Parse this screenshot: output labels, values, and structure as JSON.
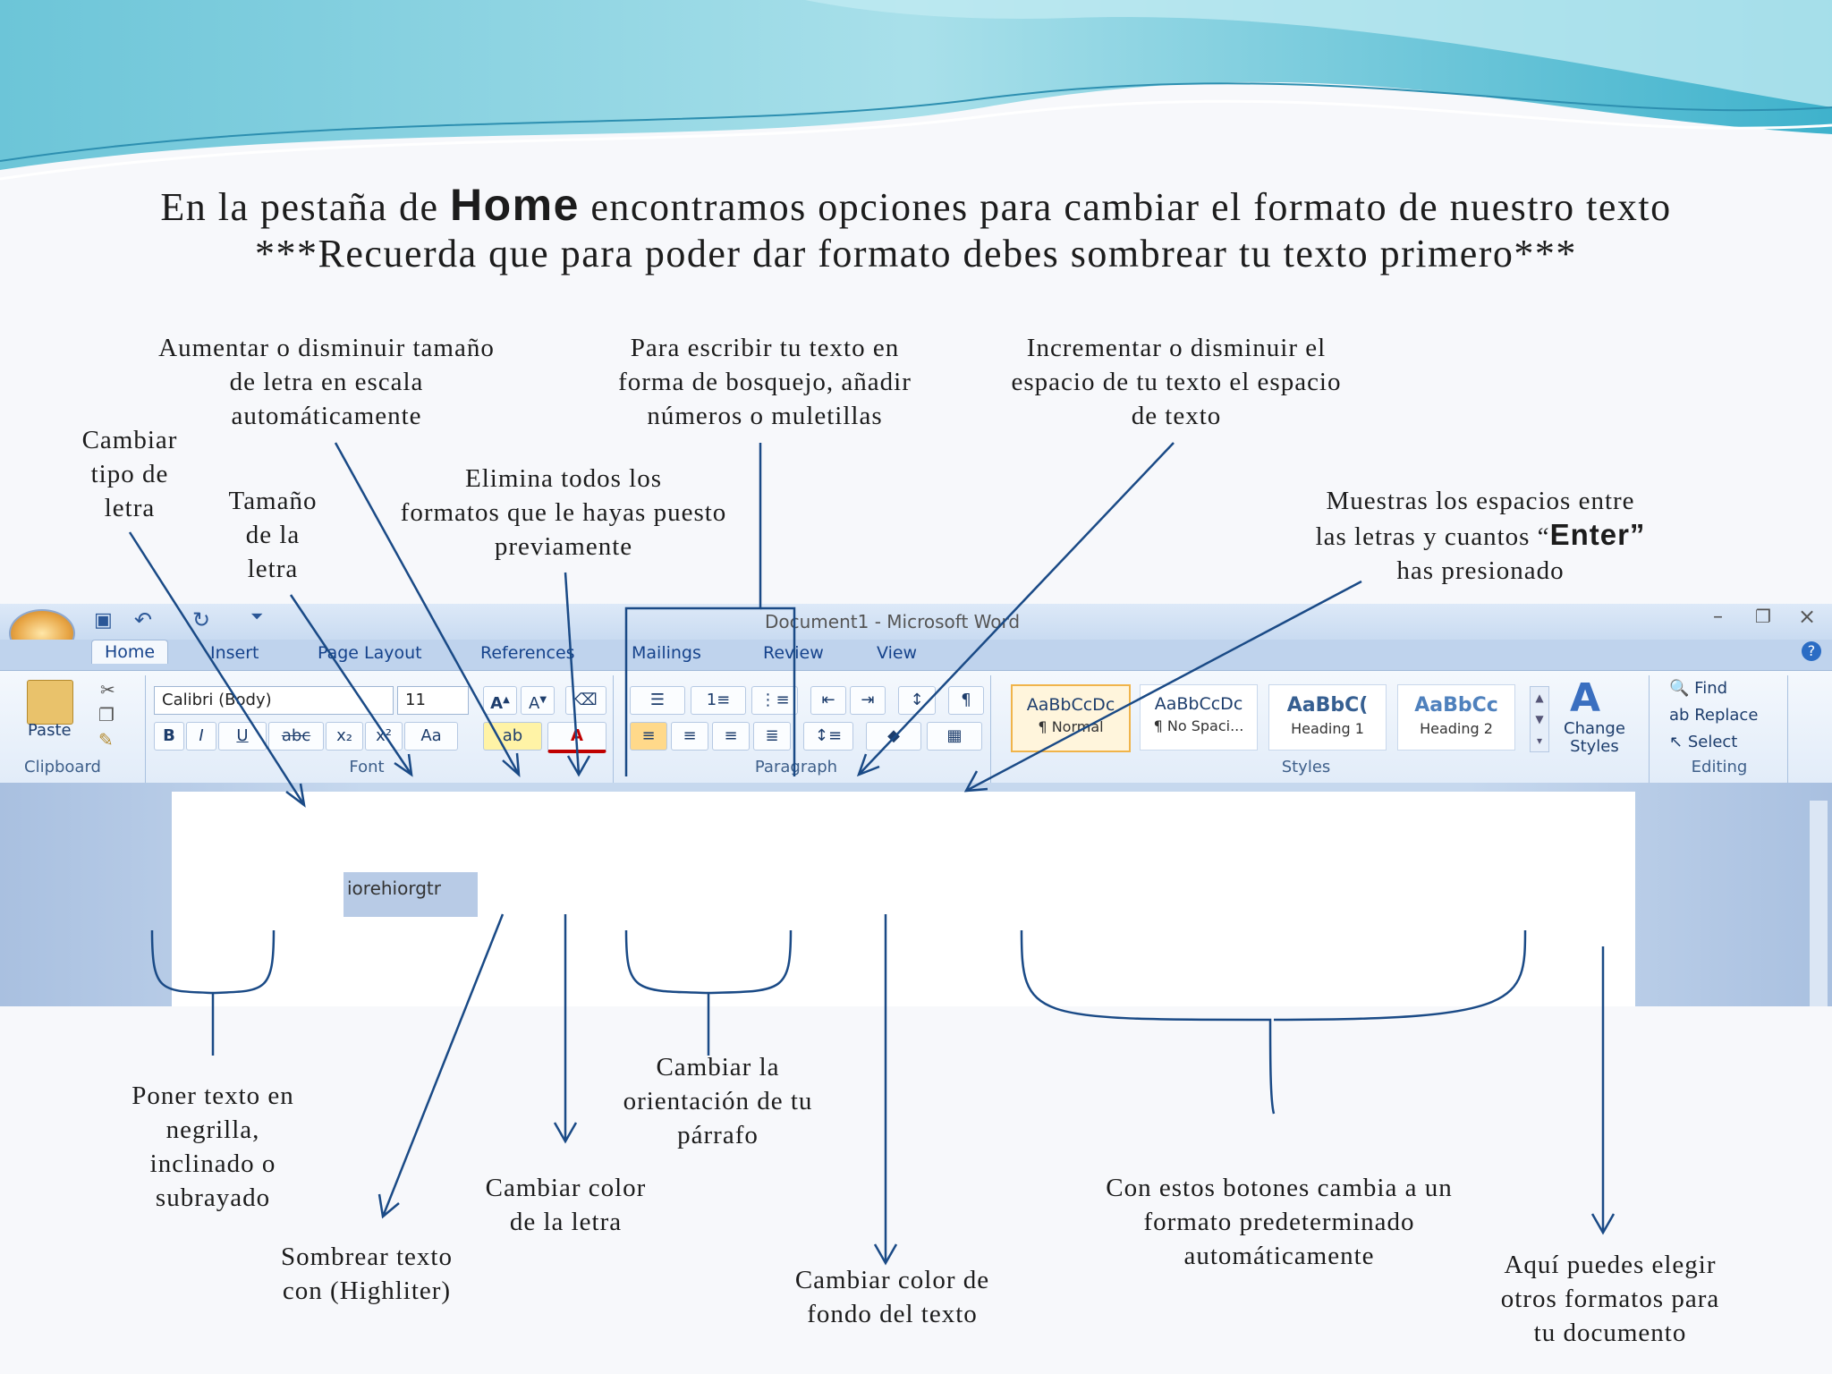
{
  "slide": {
    "title_pre": "En la pestaña de ",
    "title_bold": "Home",
    "title_post": " encontramos opciones para cambiar el formato de nuestro texto",
    "subtitle": "***Recuerda que  para poder dar formato  debes sombrear tu texto primero***"
  },
  "annotations": {
    "font_size_auto": [
      "Aumentar o disminuir tamaño",
      "de letra en escala",
      "automáticamente"
    ],
    "outline": [
      "Para escribir tu texto en",
      "forma de  bosquejo,  añadir",
      "números o muletillas"
    ],
    "spacing": [
      "Incrementar o disminuir el",
      "espacio de tu texto el espacio",
      "de texto"
    ],
    "font_type": [
      "Cambiar",
      "tipo de",
      "letra"
    ],
    "font_size": [
      "Tamaño",
      "de la",
      "letra"
    ],
    "clear": [
      "Elimina todos los",
      "formatos que le hayas puesto",
      "previamente"
    ],
    "show_marks_pre": [
      "Muestras los espacios entre",
      "las letras y cuantos “"
    ],
    "show_marks_bold": "Enter”",
    "show_marks_post": "has presionado",
    "bold": [
      "Poner texto en",
      "negrilla,",
      "inclinado o",
      "subrayado"
    ],
    "highlight": [
      "Sombrear texto",
      "con (Highliter)"
    ],
    "font_color": [
      "Cambiar color",
      "de la letra"
    ],
    "orientation": [
      "Cambiar la",
      "orientación de tu",
      "párrafo"
    ],
    "bg_color": [
      "Cambiar color de",
      "fondo del texto"
    ],
    "styles": [
      "Con estos botones  cambia a un",
      "formato predeterminado",
      "automáticamente"
    ],
    "change_styles": [
      "Aquí puedes elegir",
      "otros formatos para",
      "tu documento"
    ]
  },
  "word": {
    "window_title": "Document1 - Microsoft Word",
    "tabs": [
      "Home",
      "Insert",
      "Page Layout",
      "References",
      "Mailings",
      "Review",
      "View"
    ],
    "font_name": "Calibri (Body)",
    "font_size": "11",
    "paste": "Paste",
    "groups": [
      "Clipboard",
      "Font",
      "Paragraph",
      "Styles",
      "Editing"
    ],
    "styles": [
      {
        "preview": "AaBbCcDc",
        "name": "¶ Normal"
      },
      {
        "preview": "AaBbCcDc",
        "name": "¶ No Spaci..."
      },
      {
        "preview": "AaBbC(",
        "name": "Heading 1"
      },
      {
        "preview": "AaBbCc",
        "name": "Heading 2"
      }
    ],
    "change_styles": [
      "Change",
      "Styles"
    ],
    "editing": [
      "Find",
      "Replace",
      "Select"
    ],
    "doc_text": "iorehiorgtr"
  }
}
